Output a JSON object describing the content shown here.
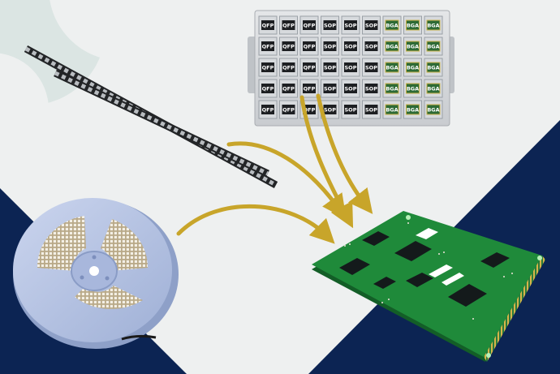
{
  "chip_tray": {
    "column_labels": [
      "QFP",
      "QFP",
      "QFP",
      "SOP",
      "SOP",
      "SOP",
      "BGA",
      "BGA",
      "BGA"
    ],
    "rows": 5
  },
  "colors": {
    "background": "#eef0f0",
    "navy": "#0c2453",
    "arrow_gold": "#c8a52a",
    "pcb_green": "#1f8a3a",
    "reel_blue": "#b3c0df"
  }
}
